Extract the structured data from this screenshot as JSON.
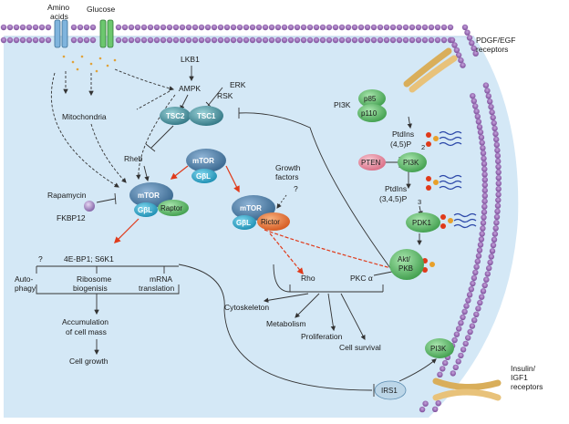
{
  "labels": {
    "amino_acids_1": "Amino",
    "amino_acids_2": "acids",
    "glucose": "Glucose",
    "pdgf_1": "PDGF/EGF",
    "pdgf_2": "receptors",
    "lkb1": "LKB1",
    "ampk": "AMPK",
    "erk": "ERK",
    "rsk": "RSK",
    "mitochondria": "Mitochondria",
    "tsc2": "TSC2",
    "tsc1": "TSC1",
    "pi3k_top": "PI3K",
    "p85": "p85",
    "p110": "p110",
    "ptdins_1a": "PtdIns",
    "ptdins_1b": "(4,5)P",
    "ptdins_1sub": "2",
    "pten": "PTEN",
    "pi3k_mid": "PI3K",
    "ptdins_2a": "PtdIns",
    "ptdins_2b": "(3,4,5)P",
    "ptdins_2sub": "3",
    "rheb": "Rheb",
    "mtor_top": "mTOR",
    "gbl_top": "GβL",
    "growth_factors_1": "Growth",
    "growth_factors_2": "factors",
    "growth_q": "?",
    "rapamycin": "Rapamycin",
    "fkbp12": "FKBP12",
    "mtor_c1": "mTOR",
    "gbl_c1": "GβL",
    "raptor": "Raptor",
    "mtor_c2": "mTOR",
    "gbl_c2": "GβL",
    "rictor": "Rictor",
    "pdk1": "PDK1",
    "q_left": "?",
    "eb_s6k": "4E-BP1; S6K1",
    "auto_1": "Auto-",
    "auto_2": "phagy",
    "ribo_1": "Ribosome",
    "ribo_2": "biogenisis",
    "mrna_1": "mRNA",
    "mrna_2": "translation",
    "akt_1": "Akt/",
    "akt_2": "PKB",
    "rho": "Rho",
    "pkc": "PKC α",
    "accum_1": "Accumulation",
    "accum_2": "of cell mass",
    "cytoskeleton": "Cytoskeleton",
    "metabolism": "Metabolism",
    "proliferation": "Proliferation",
    "cell_survival": "Cell survival",
    "cell_growth": "Cell growth",
    "pi3k_bot": "PI3K",
    "irs1": "IRS1",
    "insulin_1": "Insulin/",
    "insulin_2": "IGF1",
    "insulin_3": "receptors"
  },
  "colors": {
    "cytoplasm": "#cfe6f5",
    "membrane": "#9c6bb8",
    "mtor": "#4f7fa8",
    "gbl": "#2aa7c9",
    "raptor": "#47b04e",
    "rictor": "#e8783a",
    "green_node": "#5bbf6a",
    "tsc": "#3f8d9c",
    "pten": "#e88a9c",
    "receptor": "#e8c27a",
    "red_arrow": "#e03a1a"
  }
}
